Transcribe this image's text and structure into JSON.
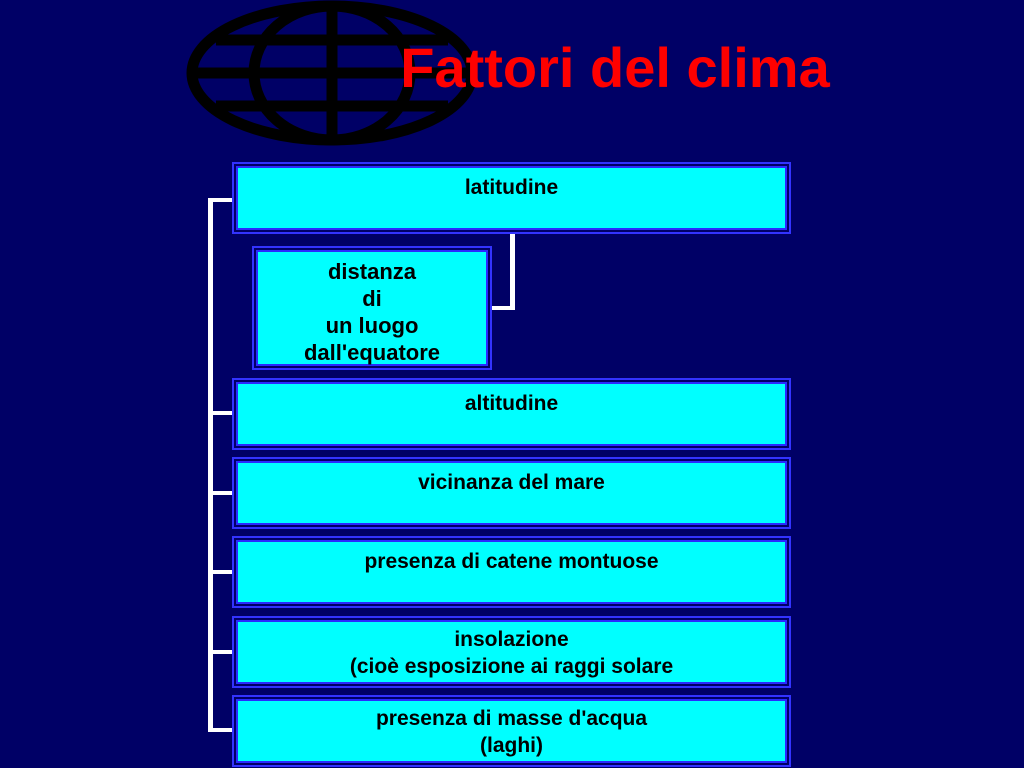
{
  "title": "Fattori del clima",
  "icon": "globe-icon",
  "colors": {
    "background": "#000066",
    "title": "#ff0000",
    "box_fill": "#00ffff",
    "box_border": "#3333ff",
    "connector": "#ffffff"
  },
  "factors": [
    {
      "lines": [
        "latitudine"
      ]
    },
    {
      "lines": [
        "altitudine"
      ]
    },
    {
      "lines": [
        "vicinanza del mare"
      ]
    },
    {
      "lines": [
        "presenza di catene montuose"
      ]
    },
    {
      "lines": [
        "insolazione",
        "(cioè esposizione ai raggi solare"
      ]
    },
    {
      "lines": [
        "presenza di masse d'acqua",
        "(laghi)"
      ]
    }
  ],
  "latitude_detail": {
    "lines": [
      "distanza",
      "di",
      "un luogo",
      "dall'equatore"
    ]
  }
}
